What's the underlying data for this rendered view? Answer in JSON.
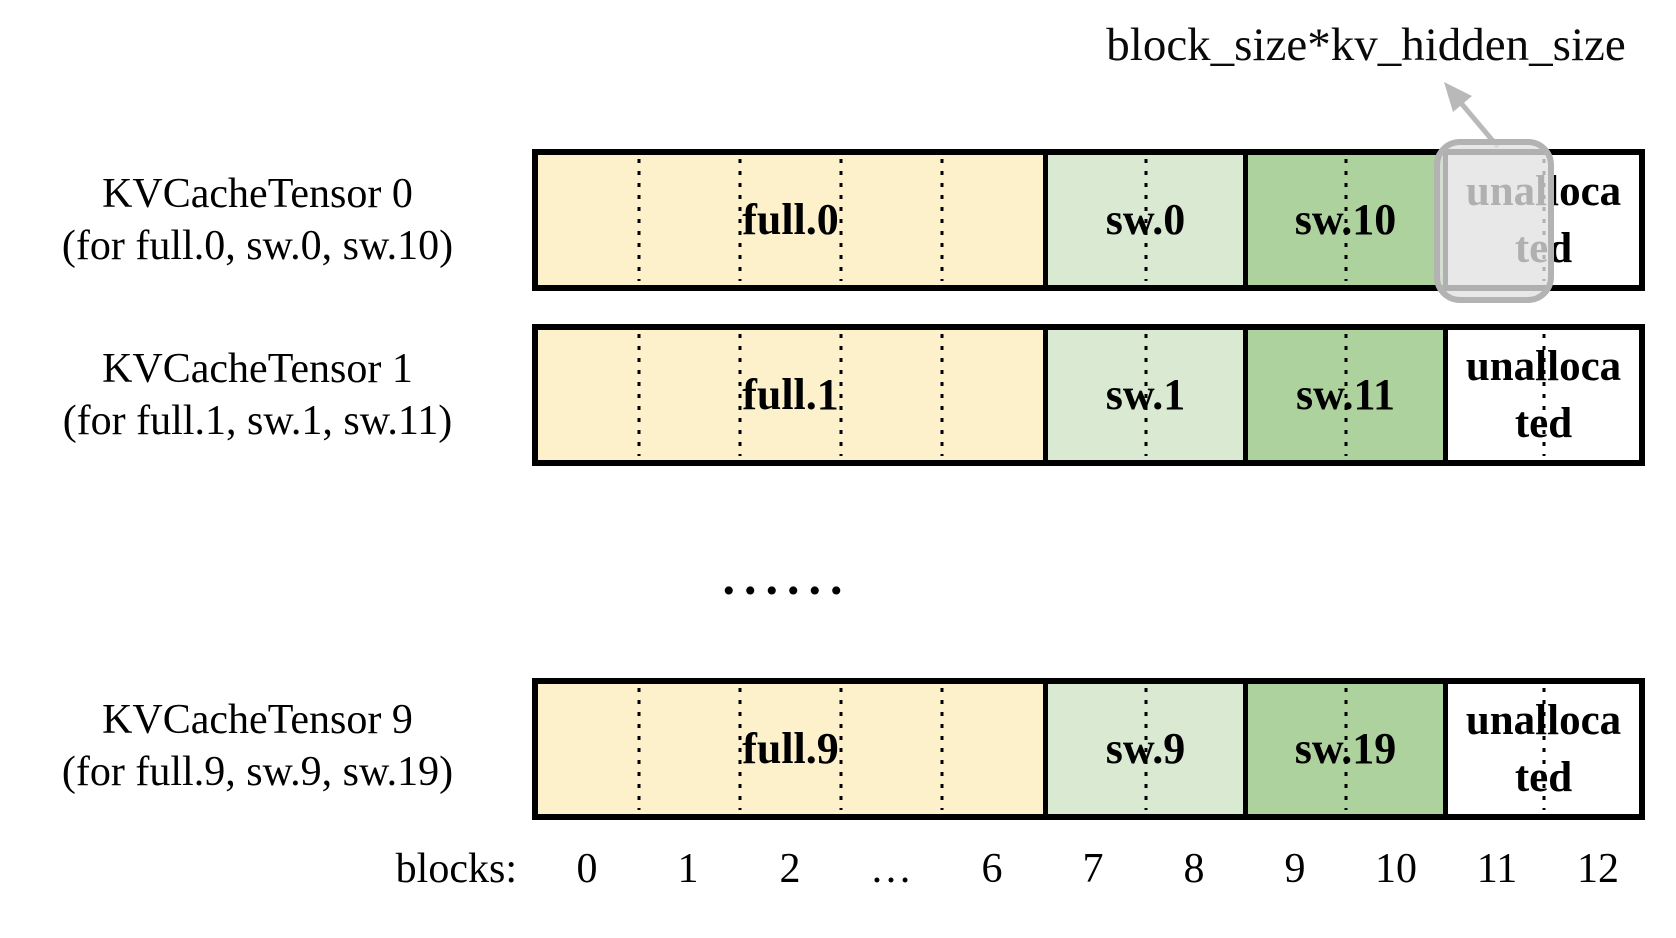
{
  "annotation": {
    "text": "block_size*kv_hidden_size"
  },
  "rows": [
    {
      "title": "KVCacheTensor 0",
      "subtitle": "(for full.0, sw.0, sw.10)",
      "segments": [
        {
          "label": "full.0"
        },
        {
          "label": "sw.0"
        },
        {
          "label": "sw.10"
        },
        {
          "label": "unallocated"
        }
      ]
    },
    {
      "title": "KVCacheTensor 1",
      "subtitle": "(for full.1, sw.1, sw.11)",
      "segments": [
        {
          "label": "full.1"
        },
        {
          "label": "sw.1"
        },
        {
          "label": "sw.11"
        },
        {
          "label": "unallocated"
        }
      ]
    },
    {
      "title": "KVCacheTensor 9",
      "subtitle": "(for full.9, sw.9, sw.19)",
      "segments": [
        {
          "label": "full.9"
        },
        {
          "label": "sw.9"
        },
        {
          "label": "sw.19"
        },
        {
          "label": "unallocated"
        }
      ]
    }
  ],
  "ellipsis": "......",
  "axis": {
    "label": "blocks:",
    "ticks": [
      "0",
      "1",
      "2",
      "…",
      "6",
      "7",
      "8",
      "9",
      "10",
      "11",
      "12"
    ]
  },
  "colors": {
    "full_block": "#fdf1cb",
    "sw_block": "#d9e9d2",
    "sw_high_block": "#aed29d",
    "unallocated_block": "#ffffff",
    "bar_border": "#000000",
    "highlight_fill": "#e2e2e2",
    "highlight_border": "#b3b3b3",
    "arrow": "#b9b9b9"
  }
}
